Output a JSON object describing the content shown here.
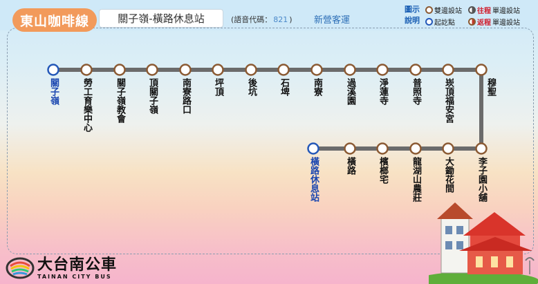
{
  "header": {
    "route_title": "東山咖啡線",
    "route_name": "關子嶺-橫路休息站",
    "voice_code_prefix": "(語音代碼：",
    "voice_code": "821",
    "voice_code_suffix": ")",
    "operator": "新營客運"
  },
  "legend": {
    "title": "圖示說明",
    "both_sides": "雙邊設站",
    "terminal": "起訖點",
    "outbound_word": "往程",
    "outbound_rest": "單邊設站",
    "return_word": "返程",
    "return_rest": "單邊設站"
  },
  "stops": {
    "row1": [
      "關子嶺",
      "勞工育樂中心",
      "關子嶺教會",
      "頂關子嶺",
      "南寮路口",
      "坪頂",
      "後坑",
      "石埤",
      "南寮",
      "過溪園",
      "淨蓮寺",
      "普照寺",
      "崁頂福安宮",
      "穆聖"
    ],
    "row2": [
      "李子園小舖",
      "大鋤花間",
      "龍湖山農莊",
      "檳榔宅",
      "橫路",
      "橫路休息站"
    ]
  },
  "colors": {
    "route_line": "#6b6b6b",
    "stop_border": "#8b5a33",
    "terminal_border": "#2458b8",
    "accent": "#f29a5b"
  },
  "logo": {
    "main": "大台南公車",
    "sub": "TAINAN CITY BUS"
  }
}
